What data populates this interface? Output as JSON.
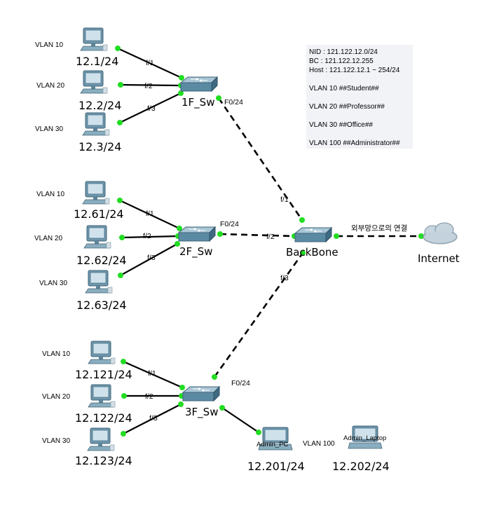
{
  "note": {
    "nid": "NID : 121.122.12.0/24",
    "bc": "BC : 121.122.12.255",
    "host": "Host : 121.122.12.1 ~ 254/24",
    "vlan10": "VLAN 10    ##Student##",
    "vlan20": "VLAN 20    ##Professor##",
    "vlan30": "VLAN 30    ##Office##",
    "vlan100": "VLAN 100 ##Administrator##"
  },
  "switches": {
    "sw1": "1F_Sw",
    "sw2": "2F_Sw",
    "sw3": "3F_Sw",
    "backbone": "BackBone"
  },
  "internet": "Internet",
  "external_link": "외부망으로의 연결",
  "ports": {
    "sw1_f1": "f/1",
    "sw1_f2": "f/2",
    "sw1_f3": "f/3",
    "sw1_up": "F0/24",
    "sw2_f1": "f/1",
    "sw2_f2": "f/2",
    "sw2_f3": "f/3",
    "sw2_up": "F0/24",
    "sw3_f1": "f/1",
    "sw3_f2": "f/2",
    "sw3_f3": "f/3",
    "sw3_up": "F0/24",
    "bb_f1": "f/1",
    "bb_f2": "f/2",
    "bb_f3": "f/3"
  },
  "floor1": [
    {
      "vlan": "VLAN 10",
      "ip": "12.1/24"
    },
    {
      "vlan": "VLAN 20",
      "ip": "12.2/24"
    },
    {
      "vlan": "VLAN 30",
      "ip": "12.3/24"
    }
  ],
  "floor2": [
    {
      "vlan": "VLAN 10",
      "ip": "12.61/24"
    },
    {
      "vlan": "VLAN 20",
      "ip": "12.62/24"
    },
    {
      "vlan": "VLAN 30",
      "ip": "12.63/24"
    }
  ],
  "floor3": [
    {
      "vlan": "VLAN 10",
      "ip": "12.121/24"
    },
    {
      "vlan": "VLAN 20",
      "ip": "12.122/24"
    },
    {
      "vlan": "VLAN 30",
      "ip": "12.123/24"
    }
  ],
  "admin": {
    "pc_name": "Admin_PC",
    "pc_ip": "12.201/24",
    "vlan": "VLAN 100",
    "laptop_name": "Admin_Laptop",
    "laptop_ip": "12.202/24"
  },
  "colors": {
    "link": "#000000",
    "port_dot": "#22dd22",
    "switch_top": "#8fb3c7",
    "switch_side": "#4a7c96",
    "monitor": "#6f97ad",
    "note_bg": "#f2f3f7",
    "cloud": "#b9c9d6"
  }
}
